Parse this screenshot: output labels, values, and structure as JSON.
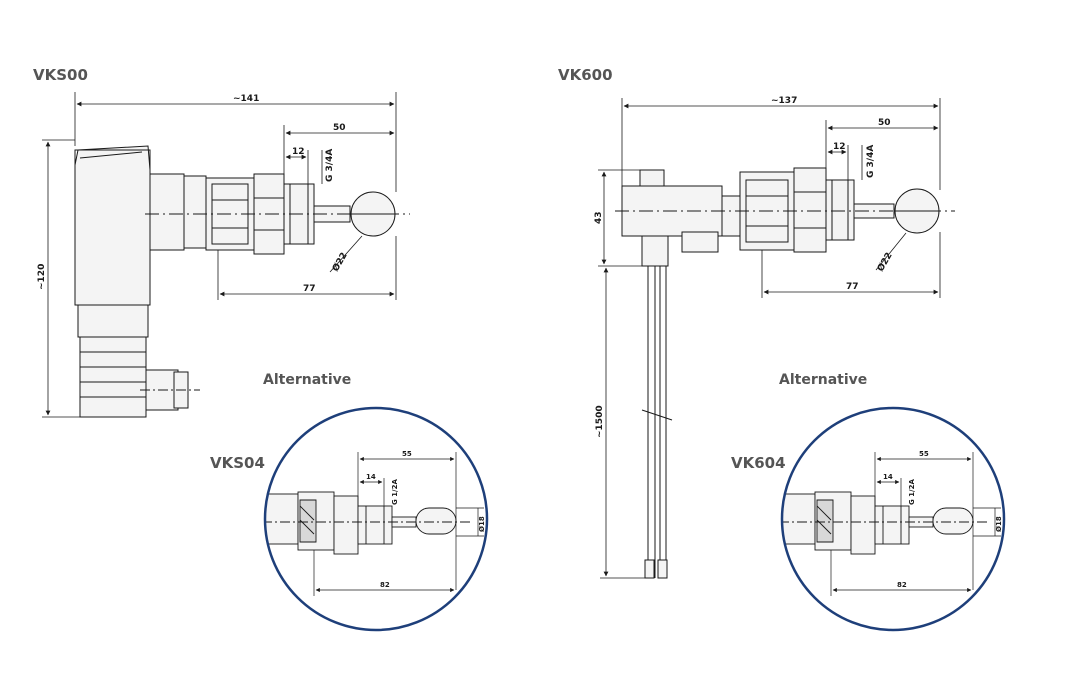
{
  "diagrams": [
    {
      "id": "vks00",
      "title": "VKS00",
      "dims": {
        "length": "~141",
        "reach": "50",
        "thread_len": "12",
        "thread": "G 3/4A",
        "ball": "Ø22",
        "body_len": "77",
        "height": "~120"
      },
      "alternative": {
        "label": "Alternative",
        "model": "VKS04",
        "dims": {
          "reach": "55",
          "thread_len": "14",
          "thread": "G 1/2A",
          "ball": "Ø18",
          "body_len": "82"
        }
      }
    },
    {
      "id": "vk600",
      "title": "VK600",
      "dims": {
        "length": "~137",
        "reach": "50",
        "thread_len": "12",
        "thread": "G 3/4A",
        "ball": "Ø22",
        "body_len": "77",
        "housing_h": "43",
        "cable_len": "~1500"
      },
      "alternative": {
        "label": "Alternative",
        "model": "VK604",
        "dims": {
          "reach": "55",
          "thread_len": "14",
          "thread": "G 1/2A",
          "ball": "Ø18",
          "body_len": "82"
        }
      }
    }
  ],
  "colors": {
    "circle": "#1e3f7a",
    "line": "#1a1a1a",
    "part_fill": "#f4f4f4",
    "title": "#555555"
  }
}
